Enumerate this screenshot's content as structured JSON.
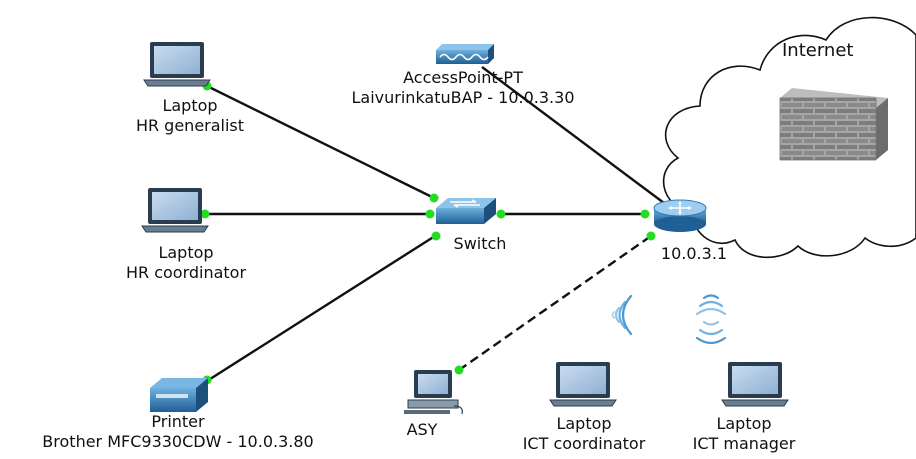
{
  "diagram": {
    "cloud_label": "Internet",
    "nodes": {
      "laptop_hr_generalist": {
        "line1": "Laptop",
        "line2": "HR generalist"
      },
      "laptop_hr_coordinator": {
        "line1": "Laptop",
        "line2": "HR coordinator"
      },
      "printer": {
        "line1": "Printer",
        "line2": "Brother MFC9330CDW - 10.0.3.80"
      },
      "access_point": {
        "line1": "AccessPoint-PT",
        "line2": "LaivurinkatuBAP - 10.0.3.30"
      },
      "switch": {
        "line1": "Switch"
      },
      "router": {
        "line1": "10.0.3.1"
      },
      "asy": {
        "line1": "ASY"
      },
      "laptop_ict_coordinator": {
        "line1": "Laptop",
        "line2": "ICT coordinator"
      },
      "laptop_ict_manager": {
        "line1": "Laptop",
        "line2": "ICT manager"
      }
    },
    "colors": {
      "link": "#111111",
      "port": "#22dd22",
      "device_blue": "#2f7fb8",
      "screen": "#a9c4e0",
      "wall": "#8c8c8c",
      "cloud": "#ffffff"
    },
    "icons": [
      "laptop-icon",
      "printer-icon",
      "access-point-icon",
      "switch-icon",
      "router-icon",
      "pc-icon",
      "firewall-icon",
      "cloud-icon",
      "wireless-signal-icon"
    ]
  }
}
